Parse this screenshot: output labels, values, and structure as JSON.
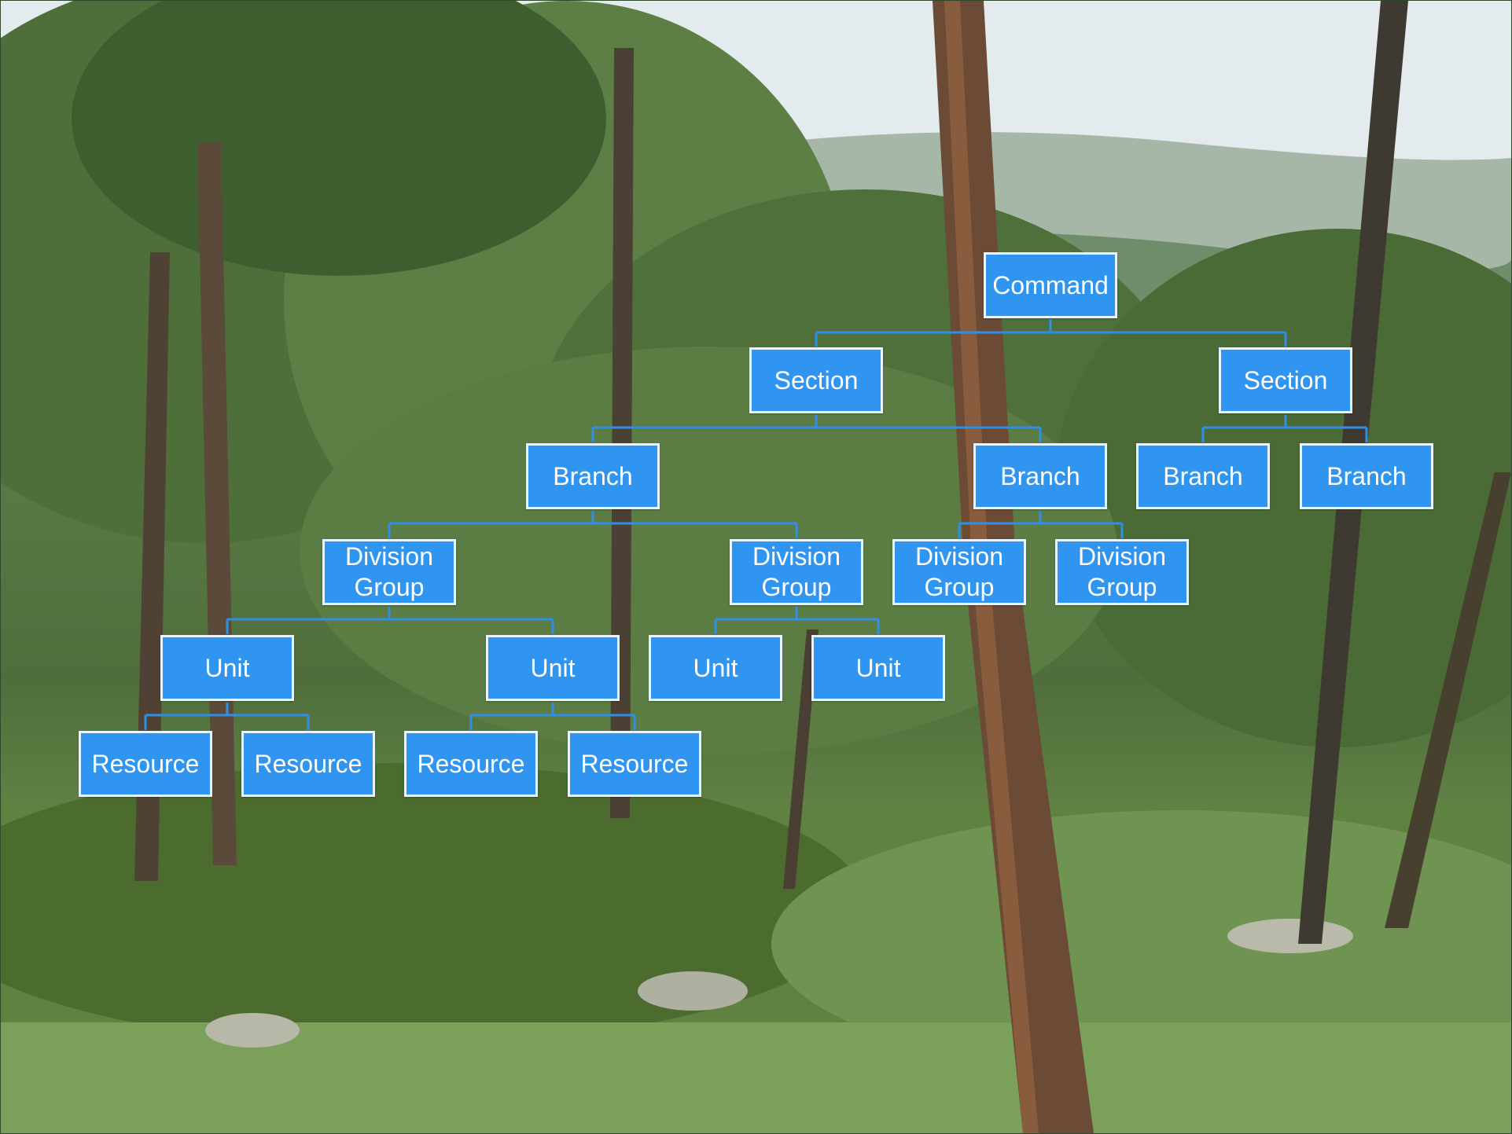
{
  "colors": {
    "box_fill": "#2f95f0",
    "box_border": "#eaf4ff",
    "connector": "#2f8ee6",
    "text": "#ffffff"
  },
  "chart": {
    "command": {
      "label": "Command"
    },
    "sections": [
      {
        "label": "Section"
      },
      {
        "label": "Section"
      }
    ],
    "branches": [
      {
        "label": "Branch"
      },
      {
        "label": "Branch"
      },
      {
        "label": "Branch"
      },
      {
        "label": "Branch"
      }
    ],
    "division_groups": [
      {
        "line1": "Division",
        "line2": "Group"
      },
      {
        "line1": "Division",
        "line2": "Group"
      },
      {
        "line1": "Division",
        "line2": "Group"
      },
      {
        "line1": "Division",
        "line2": "Group"
      }
    ],
    "units": [
      {
        "label": "Unit"
      },
      {
        "label": "Unit"
      },
      {
        "label": "Unit"
      },
      {
        "label": "Unit"
      }
    ],
    "resources": [
      {
        "label": "Resource"
      },
      {
        "label": "Resource"
      },
      {
        "label": "Resource"
      },
      {
        "label": "Resource"
      }
    ]
  }
}
